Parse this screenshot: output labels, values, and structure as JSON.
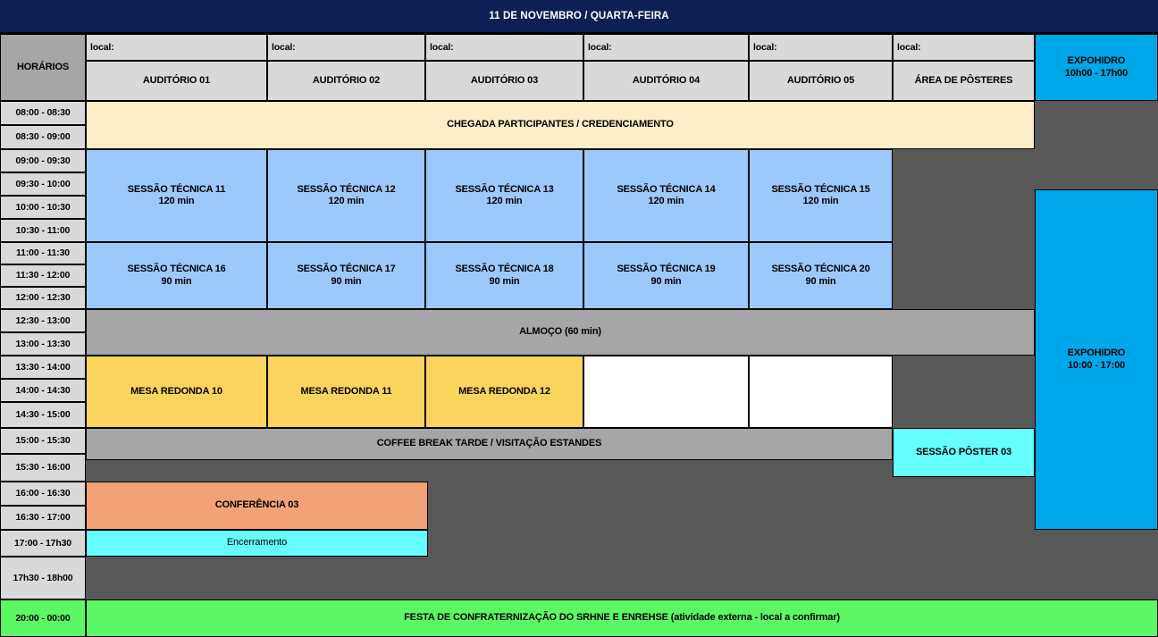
{
  "header": {
    "day_title": "11 DE NOVEMBRO / QUARTA-FEIRA",
    "horarios_label": "HORÁRIOS",
    "local_label": "local:",
    "rooms": [
      "AUDITÓRIO 01",
      "AUDITÓRIO 02",
      "AUDITÓRIO 03",
      "AUDITÓRIO 04",
      "AUDITÓRIO 05",
      "ÁREA DE PÔSTERES"
    ],
    "expo_top": {
      "title": "EXPOHIDRO",
      "time": "10h00 - 17h00"
    }
  },
  "times": [
    "08:00 - 08:30",
    "08:30 - 09:00",
    "09:00 - 09:30",
    "09:30 - 10:00",
    "10:00 - 10:30",
    "10:30 - 11:00",
    "11:00 - 11:30",
    "11:30 - 12:00",
    "12:00 - 12:30",
    "12:30 - 13:00",
    "13:00 - 13:30",
    "13:30 - 14:00",
    "14:00 - 14:30",
    "14:30 - 15:00",
    "15:00 - 15:30",
    "15:30 - 16:00",
    "16:00 - 16:30",
    "16:30 - 17:00",
    "17:00 - 17h30",
    "17h30 - 18h00",
    "20:00 - 00:00"
  ],
  "events": {
    "credenciamento": "CHEGADA PARTICIPANTES / CREDENCIAMENTO",
    "sessoes_tecnicas_manha": [
      {
        "title": "SESSÃO TÉCNICA 11",
        "duration": "120 min"
      },
      {
        "title": "SESSÃO TÉCNICA 12",
        "duration": "120 min"
      },
      {
        "title": "SESSÃO TÉCNICA 13",
        "duration": "120 min"
      },
      {
        "title": "SESSÃO TÉCNICA 14",
        "duration": "120 min"
      },
      {
        "title": "SESSÃO TÉCNICA 15",
        "duration": "120 min"
      }
    ],
    "sessoes_tecnicas_meio": [
      {
        "title": "SESSÃO TÉCNICA 16",
        "duration": "90 min"
      },
      {
        "title": "SESSÃO TÉCNICA 17",
        "duration": "90 min"
      },
      {
        "title": "SESSÃO TÉCNICA 18",
        "duration": "90 min"
      },
      {
        "title": "SESSÃO TÉCNICA 19",
        "duration": "90 min"
      },
      {
        "title": "SESSÃO TÉCNICA 20",
        "duration": "90 min"
      }
    ],
    "almoco": "ALMOÇO (60 min)",
    "mesas_redondas": [
      "MESA REDONDA 10",
      "MESA REDONDA 11",
      "MESA REDONDA 12"
    ],
    "coffee_break": "COFFEE BREAK TARDE / VISITAÇÃO ESTANDES",
    "sessao_poster": "SESSÃO PÔSTER 03",
    "conferencia": "CONFERÊNCIA 03",
    "encerramento": "Encerramento",
    "festa": "FESTA DE CONFRATERNIZAÇÃO DO SRHNE E ENREHSE (atividade externa - local a confirmar)",
    "expo_main": {
      "title": "EXPOHIDRO",
      "time": "10:00 - 17:00"
    }
  },
  "colors": {
    "day_bar": "#0d2055",
    "header_room": "#d9d9d9",
    "header_horarios": "#a6a6a6",
    "credenciamento": "#fdedc8",
    "sessao_tecnica": "#9cc9fb",
    "break": "#a6a6a6",
    "mesa_redonda": "#fbd45e",
    "conferencia": "#f2a277",
    "encerramento": "#66fdff",
    "poster": "#66fdff",
    "festa": "#5cf864",
    "expohidro": "#00a7e8",
    "empty_dark": "#585858"
  }
}
